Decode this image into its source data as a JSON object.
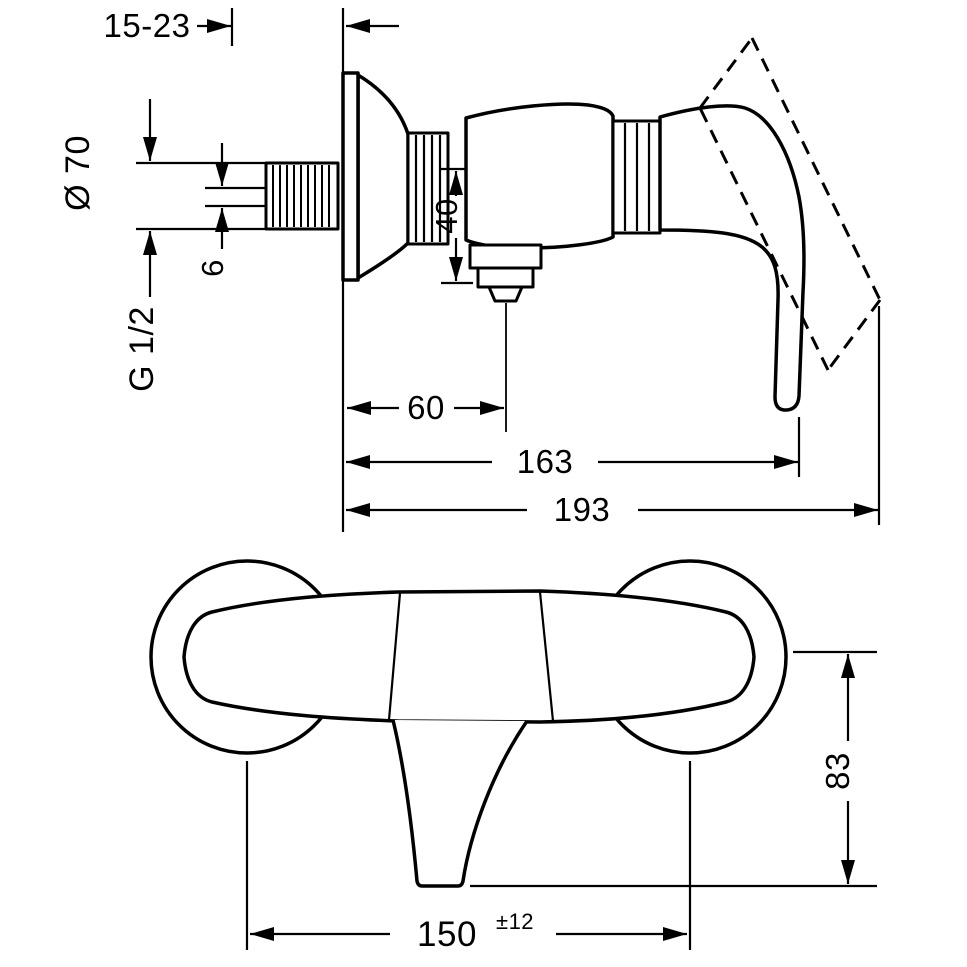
{
  "drawing": {
    "background": "#ffffff",
    "line_color": "#000000",
    "side_view": {
      "dim_wall_range": "15-23",
      "dim_diameter": "Ø 70",
      "dim_thread_depth": "6",
      "thread_label": "G 1/2",
      "dim_height": "40",
      "dim_outlet_depth": "60",
      "dim_depth_body": "163",
      "dim_depth_total": "193"
    },
    "front_view": {
      "dim_lever_drop": "83",
      "dim_centers": "150",
      "dim_centers_tolerance": "±12"
    }
  }
}
